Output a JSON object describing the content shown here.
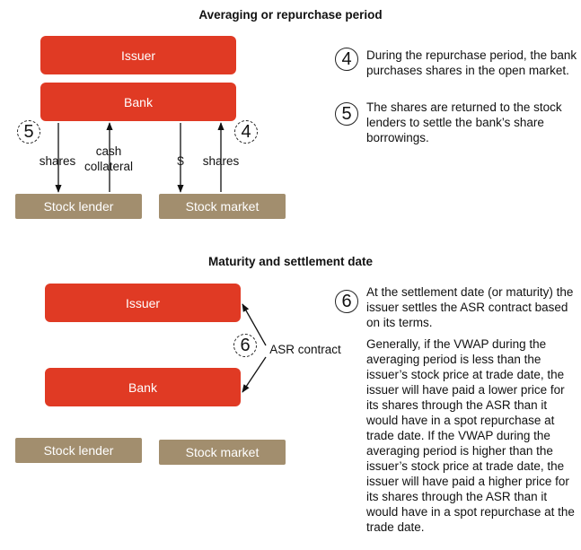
{
  "section1": {
    "title": "Averaging or repurchase period",
    "issuer": "Issuer",
    "bank": "Bank",
    "stock_lender": "Stock lender",
    "stock_market": "Stock market",
    "labels": {
      "shares_left": "shares",
      "cash_collateral_line1": "cash",
      "cash_collateral_line2": "collateral",
      "dollar": "$",
      "shares_right": "shares"
    },
    "markers": {
      "step5": "5",
      "step4": "4"
    },
    "notes": [
      {
        "number": "4",
        "text": "During the repurchase period, the bank purchases shares in the open market."
      },
      {
        "number": "5",
        "text": "The shares are returned to the stock lenders to settle the bank’s share borrowings."
      }
    ]
  },
  "section2": {
    "title": "Maturity and settlement date",
    "issuer": "Issuer",
    "bank": "Bank",
    "stock_lender": "Stock lender",
    "stock_market": "Stock market",
    "asr_label": "ASR contract",
    "marker": "6",
    "note_number": "6",
    "note_text": "At the settlement date (or maturity) the issuer settles the ASR contract based on its terms.",
    "note_body": "Generally, if the VWAP during the averaging period is less than the issuer’s stock price at trade date, the issuer will have paid a lower price for its shares through the ASR than it would have in a spot repurchase at trade date. If the VWAP during the averaging period is higher than the issuer’s stock price at trade date, the issuer will have paid a higher price for its shares through the ASR than it would have in a spot repurchase at the trade date."
  },
  "colors": {
    "red_box": "#e03a24",
    "tan_box": "#a28e6e"
  }
}
